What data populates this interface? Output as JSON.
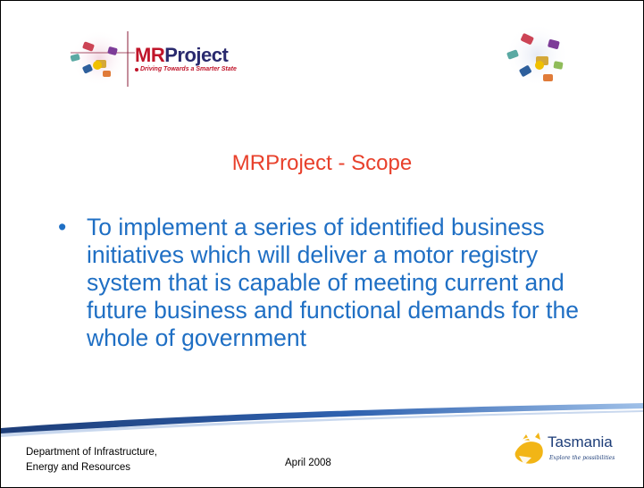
{
  "header": {
    "logo_title_mr": "MR",
    "logo_title_rest": "Project",
    "logo_tagline": "Driving Towards a Smarter State"
  },
  "slide": {
    "title": "MRProject - Scope",
    "bullets": [
      "To implement a series of identified business initiatives which will deliver a motor registry system that is capable of meeting current and future business and functional demands for the whole of government"
    ],
    "bullet_glyph": "•"
  },
  "footer": {
    "department_line1": "Department of Infrastructure,",
    "department_line2": "Energy and Resources",
    "date": "April 2008",
    "brand": "Tasmania",
    "brand_tagline": "Explore the possibilities"
  },
  "colors": {
    "title": "#e8402b",
    "bullet_text": "#1f6fc4",
    "footer_wave": "#1d3d78",
    "brand": "#1d3d78"
  }
}
